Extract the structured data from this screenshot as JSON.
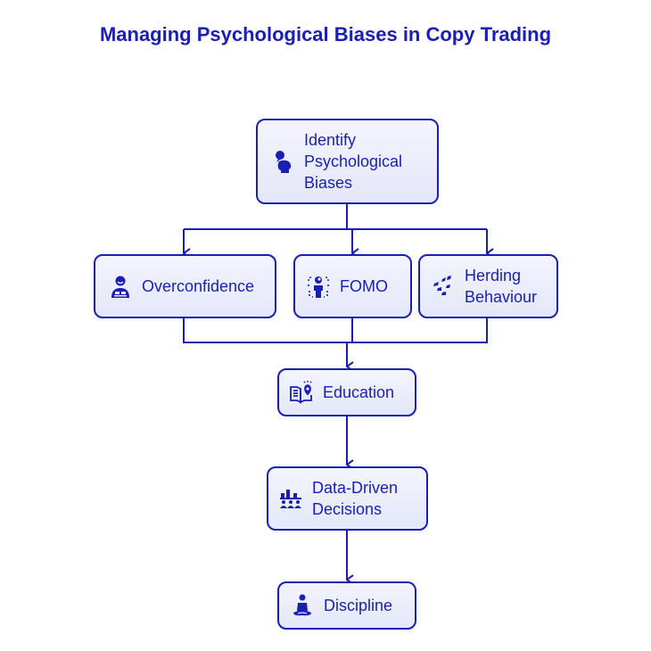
{
  "title": "Managing Psychological Biases in Copy Trading",
  "colors": {
    "accent": "#1a1fb3",
    "node_fill_top": "#f3f4fd",
    "node_fill_bottom": "#e4e7fa"
  },
  "nodes": {
    "identify": {
      "label": "Identify\nPsychological\nBiases",
      "icon": "head-thought-icon"
    },
    "overconfidence": {
      "label": "Overconfidence",
      "icon": "person-icon"
    },
    "fomo": {
      "label": "FOMO",
      "icon": "person-surrounded-icon"
    },
    "herding": {
      "label": "Herding\nBehaviour",
      "icon": "birds-flock-icon"
    },
    "education": {
      "label": "Education",
      "icon": "book-lightbulb-icon"
    },
    "data_driven": {
      "label": "Data-Driven\nDecisions",
      "icon": "chart-audience-icon"
    },
    "discipline": {
      "label": "Discipline",
      "icon": "meditation-icon"
    }
  },
  "edges": [
    {
      "from": "identify",
      "to": "overconfidence"
    },
    {
      "from": "identify",
      "to": "fomo"
    },
    {
      "from": "identify",
      "to": "herding"
    },
    {
      "from": "overconfidence",
      "to": "education"
    },
    {
      "from": "fomo",
      "to": "education"
    },
    {
      "from": "herding",
      "to": "education"
    },
    {
      "from": "education",
      "to": "data_driven"
    },
    {
      "from": "data_driven",
      "to": "discipline"
    }
  ]
}
